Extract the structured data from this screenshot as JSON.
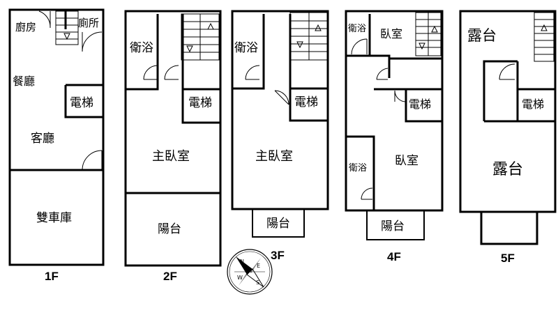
{
  "floors": {
    "f1": {
      "label": "1F",
      "rooms": {
        "kitchen": "廚房",
        "toilet": "廁所",
        "dining": "餐廳",
        "elevator": "電梯",
        "living": "客廳",
        "garage": "雙車庫"
      }
    },
    "f2": {
      "label": "2F",
      "rooms": {
        "bathroom": "衛浴",
        "elevator": "電梯",
        "master_bedroom": "主臥室",
        "balcony": "陽台"
      }
    },
    "f3": {
      "label": "3F",
      "rooms": {
        "bathroom": "衛浴",
        "elevator": "電梯",
        "master_bedroom": "主臥室",
        "balcony": "陽台"
      }
    },
    "f4": {
      "label": "4F",
      "rooms": {
        "bathroom_top": "衛浴",
        "bedroom_top": "臥室",
        "elevator": "電梯",
        "bathroom_side": "衛浴",
        "bedroom_main": "臥室",
        "balcony": "陽台"
      }
    },
    "f5": {
      "label": "5F",
      "rooms": {
        "terrace_top": "露台",
        "elevator": "電梯",
        "terrace_main": "露台"
      }
    }
  },
  "compass": {
    "north": "N",
    "south": "S",
    "east": "E",
    "west": "W"
  }
}
